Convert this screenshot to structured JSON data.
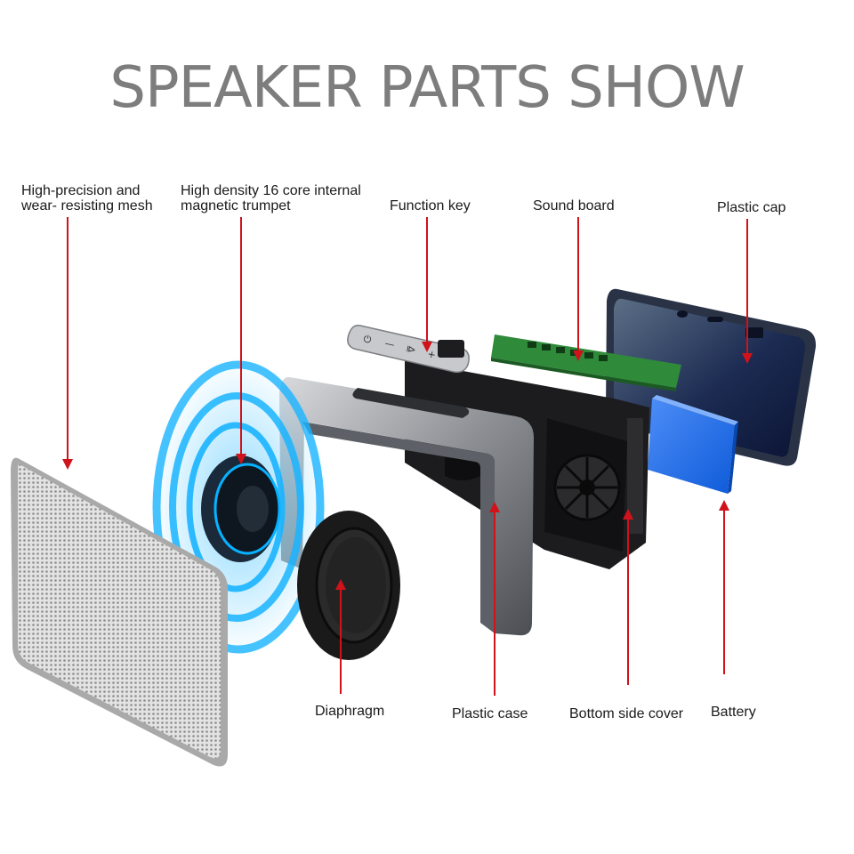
{
  "title": "SPEAKER PARTS SHOW",
  "labels": {
    "mesh": [
      "High-precision and",
      "wear- resisting mesh"
    ],
    "trumpet": [
      "High density 16 core internal",
      "magnetic trumpet"
    ],
    "function_key": "Function key",
    "sound_board": "Sound board",
    "plastic_cap": "Plastic cap",
    "diaphragm": "Diaphragm",
    "plastic_case": "Plastic case",
    "bottom_side_cover": "Bottom side cover",
    "battery": "Battery"
  },
  "function_key_symbols": [
    "⏻",
    "—",
    "⧐",
    "+"
  ],
  "colors": {
    "title": "#7d7d7d",
    "arrow": "#d0121b",
    "glow": "#19b4ff",
    "battery": "#1a6cf0",
    "board": "#2f8a3a"
  }
}
